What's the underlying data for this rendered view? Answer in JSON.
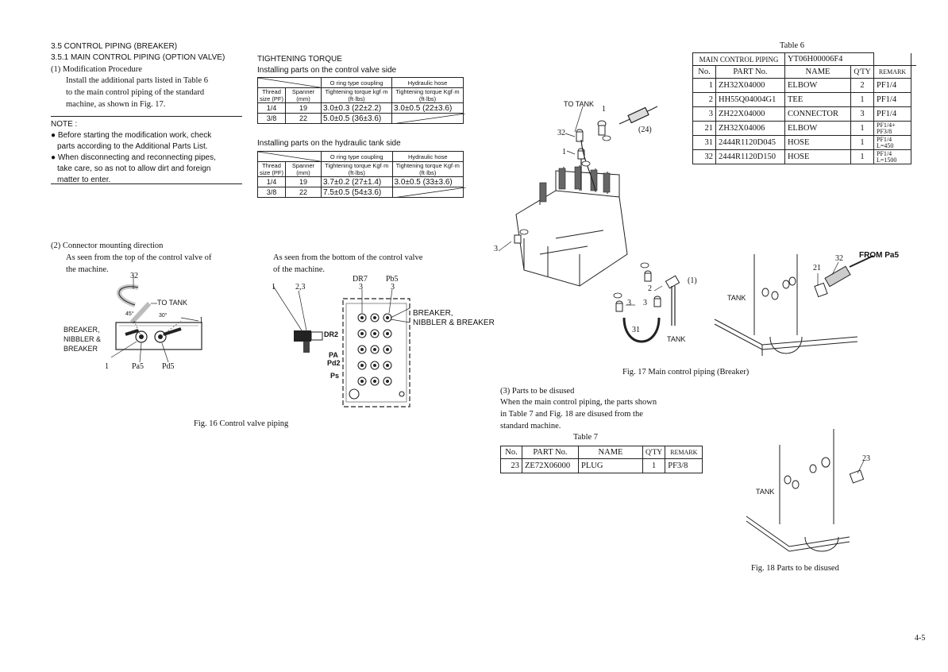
{
  "section": {
    "heading1": "3.5 CONTROL PIPING (BREAKER)",
    "heading2": "3.5.1 MAIN CONTROL PIPING (OPTION VALVE)",
    "step1_title": "(1) Modification Procedure",
    "step1_lines": [
      "Install the additional parts listed in Table 6",
      "to the main control piping of the standard",
      "machine, as shown in Fig. 17."
    ],
    "note_label": "NOTE :",
    "note1_lines": [
      "Before starting the modification work, check",
      "parts according to the Additional Parts List."
    ],
    "note2_lines": [
      "When disconnecting and reconnecting pipes,",
      "take care, so as not to allow dirt and foreign",
      "matter to enter."
    ],
    "step2_title": "(2) Connector mounting direction",
    "step2_top_lines": [
      "As seen from the top of the control valve of",
      "the machine."
    ],
    "step2_bottom_lines": [
      "As seen from the bottom of the control valve",
      "of the machine."
    ]
  },
  "torque": {
    "title": "TIGHTENING TORQUE",
    "cv_heading": "Installing parts on the control valve side",
    "tank_heading": "Installing parts on the hydraulic tank side",
    "col_oring": "O ring type coupling",
    "col_hose": "Hydraulic hose",
    "col_thread": "Thread size (PF)",
    "col_spanner": "Spanner (mm)",
    "col_torque": "Tightening torque kgf·m (ft·lbs)",
    "col_torque2": "Tightening torque Kgf·m (ft·lbs)",
    "cv_rows": [
      {
        "thread": "1/4",
        "spanner": "19",
        "oring": "3.0±0.3 (22±2.2)",
        "hose": "3.0±0.5 (22±3.6)"
      },
      {
        "thread": "3/8",
        "spanner": "22",
        "oring": "5.0±0.5 (36±3.6)",
        "hose": ""
      }
    ],
    "tank_rows": [
      {
        "thread": "1/4",
        "spanner": "19",
        "oring": "3.7±0.2 (27±1.4)",
        "hose": "3.0±0.5 (33±3.6)"
      },
      {
        "thread": "3/8",
        "spanner": "22",
        "oring": "7.5±0.5 (54±3.6)",
        "hose": ""
      }
    ]
  },
  "table6": {
    "caption": "Table 6",
    "group_label": "MAIN CONTROL PIPING",
    "group_code": "YT06H00006F4",
    "headers": [
      "No.",
      "PART No.",
      "NAME",
      "Q'TY",
      "REMARK"
    ],
    "rows": [
      {
        "no": "1",
        "part": "ZH32X04000",
        "name": "ELBOW",
        "qty": "2",
        "remark": "PF1/4",
        "remark2": ""
      },
      {
        "no": "2",
        "part": "HH55Q04004G1",
        "name": "TEE",
        "qty": "1",
        "remark": "PF1/4",
        "remark2": ""
      },
      {
        "no": "3",
        "part": "ZH22X04000",
        "name": "CONNECTOR",
        "qty": "3",
        "remark": "PF1/4",
        "remark2": ""
      },
      {
        "no": "21",
        "part": "ZH32X04006",
        "name": "ELBOW",
        "qty": "1",
        "remark": "PF1/4+",
        "remark2": "PF3/8"
      },
      {
        "no": "31",
        "part": "2444R1120D045",
        "name": "HOSE",
        "qty": "1",
        "remark": "PF1/4",
        "remark2": "L=450"
      },
      {
        "no": "32",
        "part": "2444R1120D150",
        "name": "HOSE",
        "qty": "1",
        "remark": "PF1/4",
        "remark2": "L=1500"
      }
    ]
  },
  "step3": {
    "title": "(3) Parts to be disused",
    "lines": [
      "When the main control piping, the parts shown",
      "in Table 7 and Fig. 18 are disused from the",
      "standard machine."
    ]
  },
  "table7": {
    "caption": "Table 7",
    "headers": [
      "No.",
      "PART No.",
      "NAME",
      "Q'TY",
      "REMARK"
    ],
    "rows": [
      {
        "no": "23",
        "part": "ZE72X06000",
        "name": "PLUG",
        "qty": "1",
        "remark": "PF3/8"
      }
    ]
  },
  "fig16": {
    "caption": "Fig. 16  Control valve piping",
    "top_labels": {
      "n32": "32",
      "to_tank": "TO TANK",
      "n1": "1",
      "breaker": "BREAKER,",
      "nibbler": "NIBBLER &",
      "breaker2": "BREAKER",
      "b1": "1",
      "pa5": "Pa5",
      "pd5": "Pd5",
      "deg45": "45°",
      "deg30": "30°"
    },
    "bottom_labels": {
      "n1": "1",
      "n23": "2,3",
      "dr7": "DR7",
      "pb5": "Pb5",
      "n3a": "3",
      "n3b": "3",
      "breaker": "BREAKER,",
      "nibbler": "NIBBLER & BREAKER",
      "dr2": "DR2",
      "pa": "PA",
      "pd2": "Pd2",
      "ps": "Ps"
    }
  },
  "fig17": {
    "caption": "Fig. 17  Main control piping (Breaker)",
    "labels": {
      "to_tank": "TO TANK",
      "n1": "1",
      "n32": "32",
      "n1b": "1",
      "n24": "(24)",
      "n3": "3",
      "n2": "2",
      "n1c": "(1)",
      "n3b": "3",
      "n3c": "3",
      "n31": "31",
      "tank": "TANK",
      "tank2": "TANK",
      "n21": "21",
      "n32b": "32",
      "from_pa5": "FROM Pa5"
    }
  },
  "fig18": {
    "caption": "Fig. 18  Parts to be disused",
    "labels": {
      "n23": "23",
      "tank": "TANK"
    }
  },
  "page_number": "4-5"
}
